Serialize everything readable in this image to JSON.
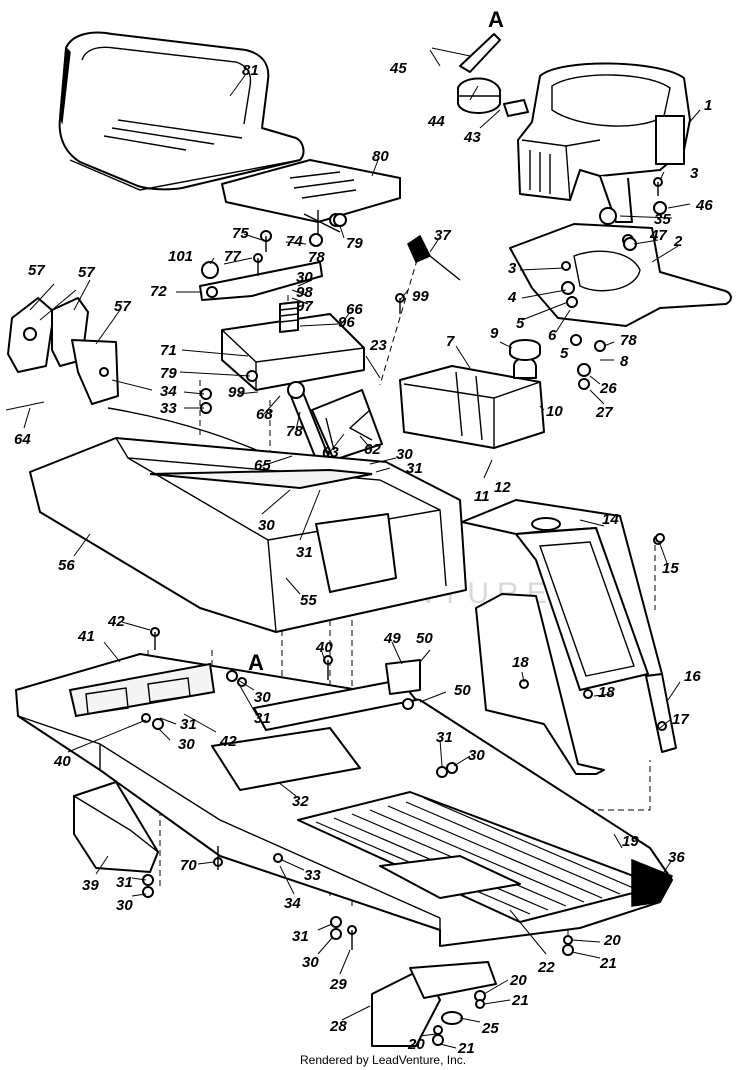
{
  "diagram": {
    "credit": "Rendered by LeadVenture, Inc.",
    "watermark": "LEADVENTURE",
    "reference_letters": [
      "A",
      "A"
    ],
    "callouts": [
      "81",
      "80",
      "75",
      "74",
      "78",
      "79",
      "101",
      "77",
      "30",
      "72",
      "98",
      "97",
      "99",
      "66",
      "96",
      "57",
      "57",
      "57",
      "71",
      "79",
      "34",
      "33",
      "99",
      "68",
      "78",
      "23",
      "62",
      "63",
      "65",
      "30",
      "31",
      "64",
      "45",
      "44",
      "43",
      "1",
      "3",
      "46",
      "35",
      "47",
      "2",
      "3",
      "4",
      "5",
      "6",
      "37",
      "9",
      "7",
      "10",
      "78",
      "8",
      "5",
      "26",
      "27",
      "11",
      "12",
      "56",
      "31",
      "30",
      "55",
      "14",
      "15",
      "42",
      "41",
      "40",
      "50",
      "49",
      "50",
      "30",
      "31",
      "31",
      "30",
      "42",
      "40",
      "18",
      "18",
      "16",
      "17",
      "31",
      "30",
      "32",
      "19",
      "70",
      "33",
      "39",
      "34",
      "36",
      "31",
      "30",
      "31",
      "30",
      "29",
      "20",
      "21",
      "22",
      "20",
      "21",
      "28",
      "25",
      "20",
      "21"
    ]
  }
}
